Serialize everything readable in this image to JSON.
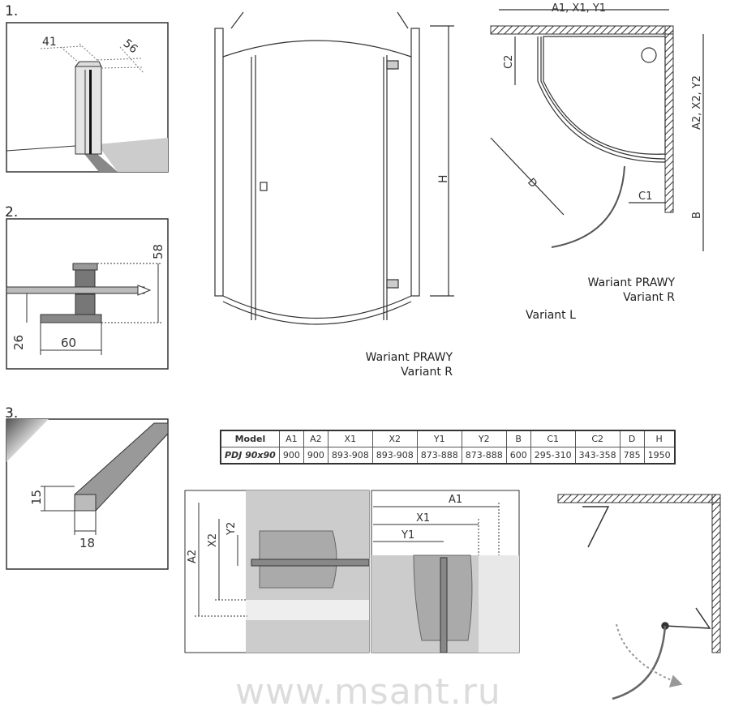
{
  "panels": {
    "p1": {
      "label": "1.",
      "dim_a": "41",
      "dim_b": "56"
    },
    "p2": {
      "label": "2.",
      "dim_height": "58",
      "dim_base": "26",
      "dim_width": "60"
    },
    "p3": {
      "label": "3.",
      "dim_height": "15",
      "dim_width": "18"
    }
  },
  "front_view": {
    "dim_h": "H",
    "caption_pl": "Wariant PRAWY",
    "caption_en": "Variant R"
  },
  "plan_view": {
    "dim_top": "A1, X1, Y1",
    "dim_side": "A2, X2, Y2",
    "dim_c2": "C2",
    "dim_c1": "C1",
    "dim_d": "D",
    "dim_b": "B",
    "caption_pl": "Wariant PRAWY",
    "caption_en": "Variant R",
    "caption_alt": "Variant L"
  },
  "table": {
    "headers": [
      "Model",
      "A1",
      "A2",
      "X1",
      "X2",
      "Y1",
      "Y2",
      "B",
      "C1",
      "C2",
      "D",
      "H"
    ],
    "row": [
      "PDJ 90x90",
      "900",
      "900",
      "893-908",
      "893-908",
      "873-888",
      "873-888",
      "600",
      "295-310",
      "343-358",
      "785",
      "1950"
    ]
  },
  "detail_left": {
    "a2": "A2",
    "x2": "X2",
    "y2": "Y2"
  },
  "detail_mid": {
    "a1": "A1",
    "x1": "X1",
    "y1": "Y1"
  },
  "watermark": "www.msant.ru"
}
